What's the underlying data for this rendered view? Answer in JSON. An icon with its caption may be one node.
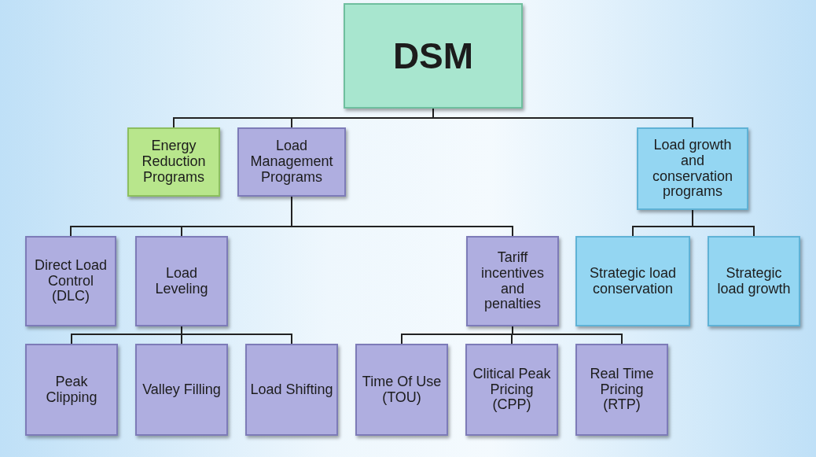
{
  "diagram": {
    "nodes": [
      {
        "text": [
          "DSM"
        ]
      },
      {
        "text": [
          "Energy Reduction Programs"
        ]
      },
      {
        "text": [
          "Load Management Programs"
        ]
      },
      {
        "text": [
          "Load growth and conservation programs"
        ]
      },
      {
        "text": [
          "Direct Load Control (DLC)"
        ]
      },
      {
        "text": [
          "Load Leveling"
        ]
      },
      {
        "text": [
          "Tariff incentives and penalties"
        ]
      },
      {
        "text": [
          "Strategic load conservation"
        ]
      },
      {
        "text": [
          "Strategic load growth"
        ]
      },
      {
        "text": [
          "Peak Clipping"
        ]
      },
      {
        "text": [
          "Valley Filling"
        ]
      },
      {
        "text": [
          "Load Shifting"
        ]
      },
      {
        "text": [
          "Time Of Use (TOU)"
        ]
      },
      {
        "text": [
          "Clitical Peak Pricing (CPP)"
        ]
      },
      {
        "text": [
          "Real Time Pricing (RTP)"
        ]
      }
    ],
    "edges": [
      {
        "from": 0,
        "to": 1,
        "arrow": "none"
      },
      {
        "from": 0,
        "to": 2,
        "arrow": "none"
      },
      {
        "from": 0,
        "to": 3,
        "arrow": "none"
      },
      {
        "from": 2,
        "to": 4,
        "arrow": "none"
      },
      {
        "from": 2,
        "to": 5,
        "arrow": "none"
      },
      {
        "from": 2,
        "to": 6,
        "arrow": "none"
      },
      {
        "from": 3,
        "to": 7,
        "arrow": "none"
      },
      {
        "from": 3,
        "to": 8,
        "arrow": "none"
      },
      {
        "from": 5,
        "to": 9,
        "arrow": "none"
      },
      {
        "from": 5,
        "to": 10,
        "arrow": "none"
      },
      {
        "from": 5,
        "to": 11,
        "arrow": "none"
      },
      {
        "from": 6,
        "to": 12,
        "arrow": "none"
      },
      {
        "from": 6,
        "to": 13,
        "arrow": "none"
      },
      {
        "from": 6,
        "to": 14,
        "arrow": "none"
      }
    ]
  }
}
